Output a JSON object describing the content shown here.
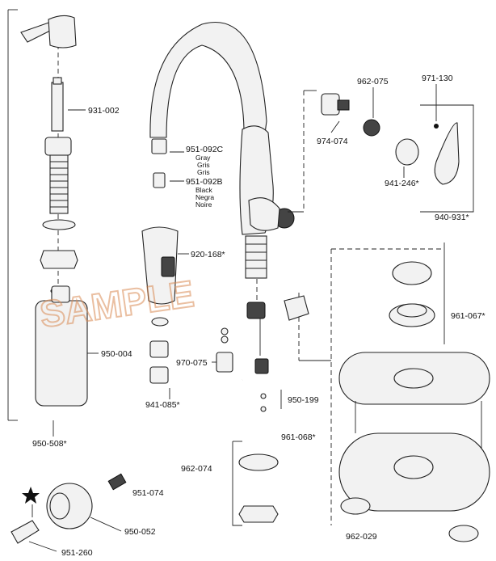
{
  "parts": [
    {
      "id": "p931002",
      "label": "931-002"
    },
    {
      "id": "p950004",
      "label": "950-004"
    },
    {
      "id": "p950508",
      "label": "950-508*"
    },
    {
      "id": "p951092c",
      "label": "951-092C"
    },
    {
      "id": "p951092b",
      "label": "951-092B"
    },
    {
      "id": "p920168",
      "label": "920-168*"
    },
    {
      "id": "p970075",
      "label": "970-075"
    },
    {
      "id": "p941085",
      "label": "941-085*"
    },
    {
      "id": "p962075",
      "label": "962-075"
    },
    {
      "id": "p971130",
      "label": "971-130"
    },
    {
      "id": "p974074",
      "label": "974-074"
    },
    {
      "id": "p941246",
      "label": "941-246*"
    },
    {
      "id": "p940931",
      "label": "940-931*"
    },
    {
      "id": "p961067",
      "label": "961-067*"
    },
    {
      "id": "p950199",
      "label": "950-199"
    },
    {
      "id": "p961068",
      "label": "961-068*"
    },
    {
      "id": "p962074",
      "label": "962-074"
    },
    {
      "id": "p951074",
      "label": "951-074"
    },
    {
      "id": "p950052",
      "label": "950-052"
    },
    {
      "id": "p962029",
      "label": "962-029"
    },
    {
      "id": "p951260",
      "label": "951-260"
    }
  ],
  "color_notes": {
    "gray": [
      "Gray",
      "Gris",
      "Gris"
    ],
    "black": [
      "Black",
      "Negra",
      "Noire"
    ]
  },
  "watermark": "SAMPLE",
  "colors": {
    "line": "#222222",
    "watermark": "#d98b55",
    "background": "#ffffff"
  }
}
